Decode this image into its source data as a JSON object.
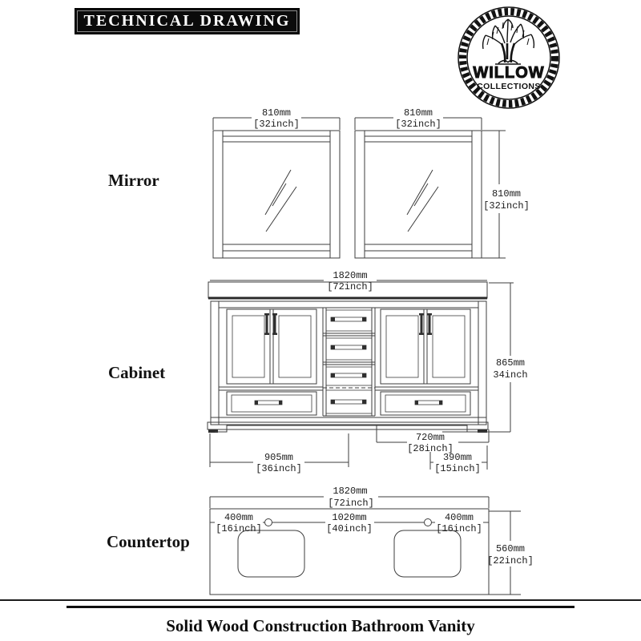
{
  "header": {
    "title": "TECHNICAL DRAWING"
  },
  "logo": {
    "name": "WILLOW",
    "subname": "COLLECTIONS",
    "tree_icon": "willow-tree"
  },
  "section_labels": {
    "mirror": "Mirror",
    "cabinet": "Cabinet",
    "countertop": "Countertop"
  },
  "dims": {
    "mirror_left_width": {
      "mm": "810mm",
      "inch": "[32inch]"
    },
    "mirror_right_width": {
      "mm": "810mm",
      "inch": "[32inch]"
    },
    "mirror_height": {
      "mm": "810mm",
      "inch": "[32inch]"
    },
    "cabinet_width": {
      "mm": "1820mm",
      "inch": "[72inch]"
    },
    "cabinet_height": {
      "mm": "865mm",
      "inch": "34inch"
    },
    "cabinet_depth": {
      "mm": "720mm",
      "inch": "[28inch]"
    },
    "cabinet_base_left": {
      "mm": "905mm",
      "inch": "[36inch]"
    },
    "cabinet_base_right": {
      "mm": "390mm",
      "inch": "[15inch]"
    },
    "countertop_width": {
      "mm": "1820mm",
      "inch": "[72inch]"
    },
    "countertop_left_offset": {
      "mm": "400mm",
      "inch": "[16inch]"
    },
    "countertop_center_span": {
      "mm": "1020mm",
      "inch": "[40inch]"
    },
    "countertop_right_offset": {
      "mm": "400mm",
      "inch": "[16inch]"
    },
    "countertop_depth": {
      "mm": "560mm",
      "inch": "[22inch]"
    }
  },
  "footer": {
    "caption": "Solid Wood Construction Bathroom Vanity"
  },
  "colors": {
    "ink": "#1a1a1a",
    "line": "#3d3d3d",
    "header_bg": "#0b0b0b",
    "header_text": "#ffffff"
  }
}
